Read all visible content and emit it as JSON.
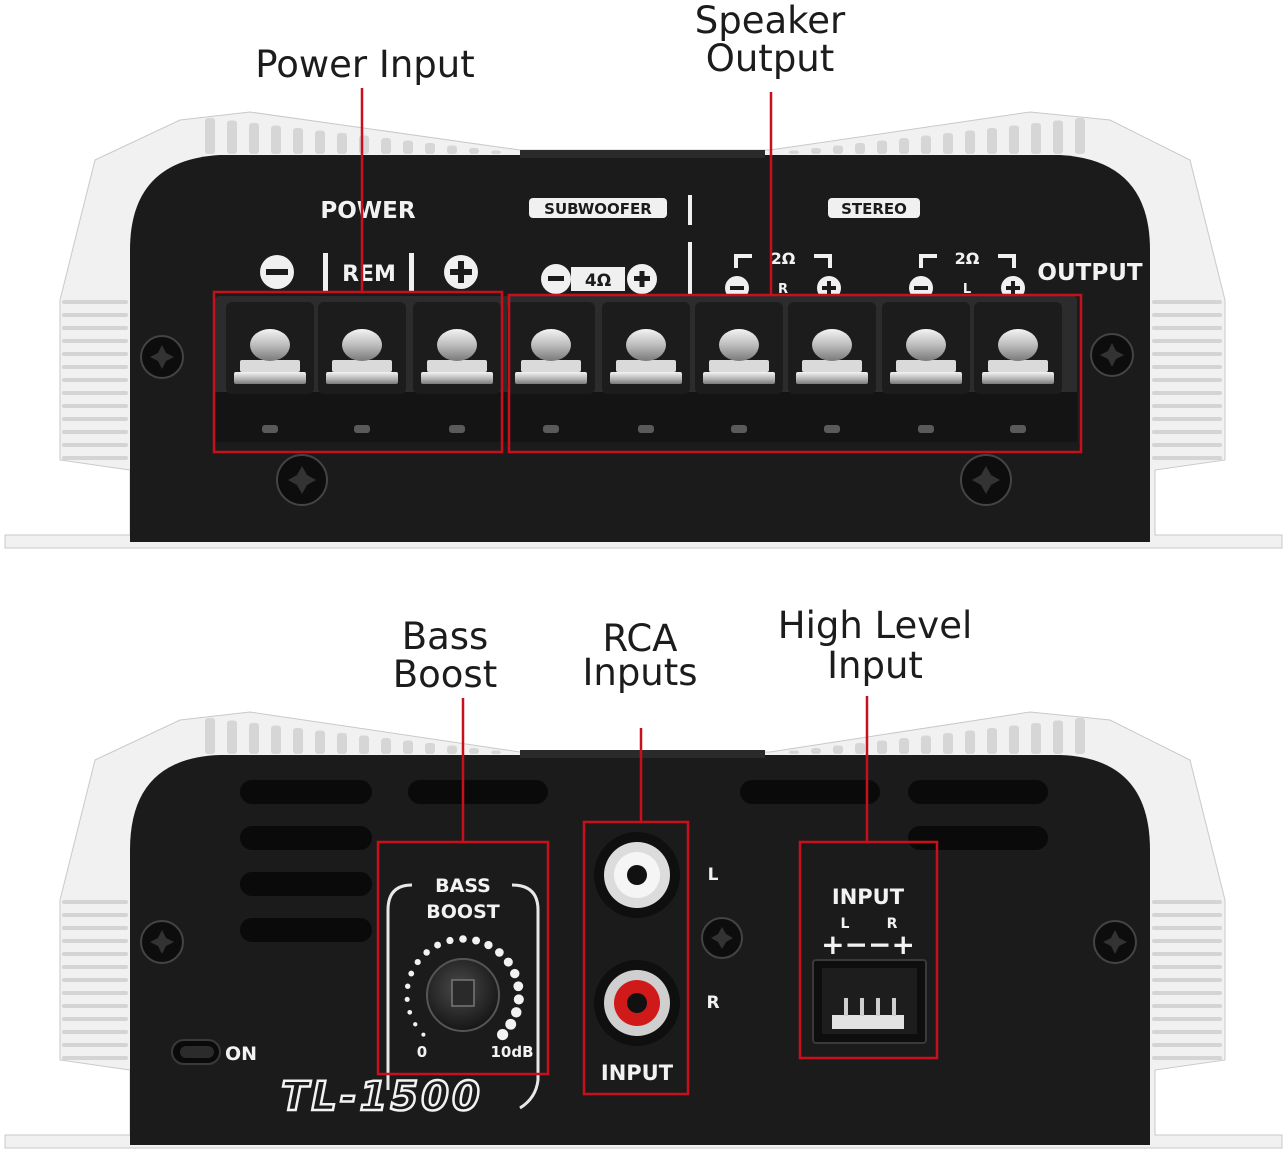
{
  "top_panel": {
    "callouts": {
      "power_input": "Power Input",
      "speaker_output_1": "Speaker",
      "speaker_output_2": "Output"
    },
    "labels": {
      "power": "POWER",
      "rem": "REM",
      "subwoofer": "SUBWOOFER",
      "stereo": "STEREO",
      "sub_impedance": "4Ω",
      "right_impedance": "2Ω",
      "left_impedance": "2Ω",
      "r": "R",
      "l": "L",
      "output": "OUTPUT"
    }
  },
  "bottom_panel": {
    "callouts": {
      "bass_boost_1": "Bass",
      "bass_boost_2": "Boost",
      "rca_1": "RCA",
      "rca_2": "Inputs",
      "high_level_1": "High Level",
      "high_level_2": "Input"
    },
    "labels": {
      "bass": "BASS",
      "boost": "BOOST",
      "min": "0",
      "max": "10dB",
      "rca_l": "L",
      "rca_r": "R",
      "input": "INPUT",
      "hl_input": "INPUT",
      "hl_l": "L",
      "hl_r": "R",
      "hl_polarity": "+−−+",
      "on": "ON",
      "model": "TL-1500"
    }
  },
  "colors": {
    "highlight": "#c8101c",
    "panel": "#1b1b1b",
    "fins": "#f0f0f0"
  }
}
